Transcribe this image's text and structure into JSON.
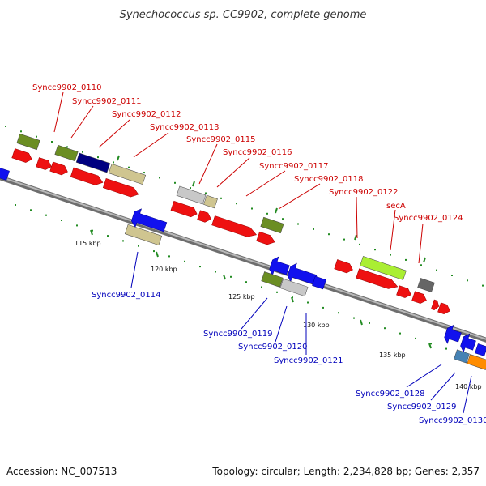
{
  "title": "Synechococcus sp. CC9902, complete genome",
  "footer": {
    "accession": "Accession: NC_007513",
    "summary": "Topology: circular; Length: 2,234,828 bp; Genes: 2,357"
  },
  "colors": {
    "forward_gene": "#ee1111",
    "reverse_gene": "#1111ee",
    "olive": "#6b8e23",
    "navy": "#000080",
    "khaki": "#cfc590",
    "silver": "#c8c8c8",
    "lime": "#aaee33",
    "gray": "#666666",
    "steelblue": "#4682b4",
    "orange": "#ff8c00",
    "backbone": "#909090",
    "tick": "#228b22",
    "label_red": "#cc0000",
    "label_blue": "#0000bb"
  },
  "scale_labels": [
    "115 kbp",
    "120 kbp",
    "125 kbp",
    "130 kbp",
    "135 kbp",
    "140 kbp"
  ],
  "gene_labels_upper": [
    "Syncc9902_0110",
    "Syncc9902_0111",
    "Syncc9902_0112",
    "Syncc9902_0113",
    "Syncc9902_0115",
    "Syncc9902_0116",
    "Syncc9902_0117",
    "Syncc9902_0118",
    "Syncc9902_0122",
    "secA",
    "Syncc9902_0124"
  ],
  "gene_labels_lower": [
    "Syncc9902_0114",
    "Syncc9902_0119",
    "Syncc9902_0120",
    "Syncc9902_0121",
    "Syncc9902_0128",
    "Syncc9902_0129",
    "Syncc9902_0130"
  ]
}
